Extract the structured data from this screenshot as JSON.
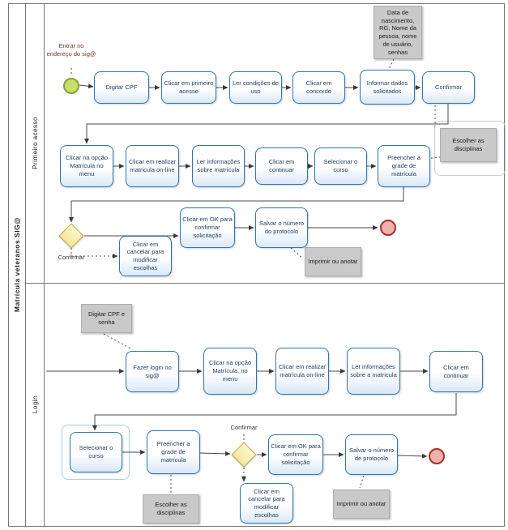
{
  "pool": {
    "label": "Matrícula veteranos SIG@"
  },
  "lanes": {
    "primeiro": "Primeiro acesso",
    "login": "Login"
  },
  "colors": {
    "task_border": "#2e75b6",
    "task_text": "#1d3f66",
    "start_fill": "#c7e06a",
    "start_border": "#85a233",
    "end_fill": "#f0b1ac",
    "end_border": "#a8302a",
    "gateway_fill": "#fdf8ce",
    "gateway_border": "#b5a547",
    "note_fill": "#c9c9c9",
    "connector": "#4a4a4a"
  },
  "p": {
    "ann_entrar": "Entrar no endereço do sig@",
    "digitar_cpf": "Digitar CPF",
    "primeiro_acesso": "Clicar em primeiro acesso",
    "ler_condicoes": "Ler condições de uso",
    "concordo": "Clicar em concordo",
    "informar_dados": "Informar dados solicitados",
    "confirmar": "Confirmar",
    "note_dados": "Data de nascimento, RG, Nome da pessoa, nome de usuário, senhas",
    "opcao_matricula": "Clicar na opção Matrícula no menu",
    "realizar_matricula": "Clicar em realizar matricula on-line",
    "ler_informacoes": "Ler informações sobre matrícula",
    "continuar": "Clicar em continuar",
    "selecionar_curso": "Selecionar o curso",
    "preencher_grade": "Preencher a grade de matrícula",
    "note_disciplinas": "Escolher as disciplinas",
    "gateway_label": "Confirmar",
    "cancelar": "Clicar em cancelar para modificar escolhas",
    "ok": "Clicar em OK para confirmar solicitação",
    "salvar": "Salvar o número do protocolo",
    "note_imprimir": "Imprimir ou anotar"
  },
  "l": {
    "note_cpf_senha": "Digitar CPF e senha",
    "fazer_login": "Fazer login no sig@",
    "opcao_matricula": "Clicar na opção Matrícula. no menu",
    "realizar_matricula": "Clicar em realizar matrícula on-line",
    "ler_informacoes": "Ler informações sobre a matricula",
    "continuar": "Clicar em continuar",
    "selecionar_curso": "Selecionar o curso",
    "preencher_grade": "Preencher a grade de matrícula",
    "gateway_label": "Confirmar",
    "ok": "Clicar em OK para confirmar solicitação",
    "salvar": "Salvar o número de protocolo",
    "cancelar": "Clicar em cancelar para modificar escolhas",
    "note_disciplinas": "Escolher as disciplinas",
    "note_imprimir": "Imprimir ou anotar"
  }
}
